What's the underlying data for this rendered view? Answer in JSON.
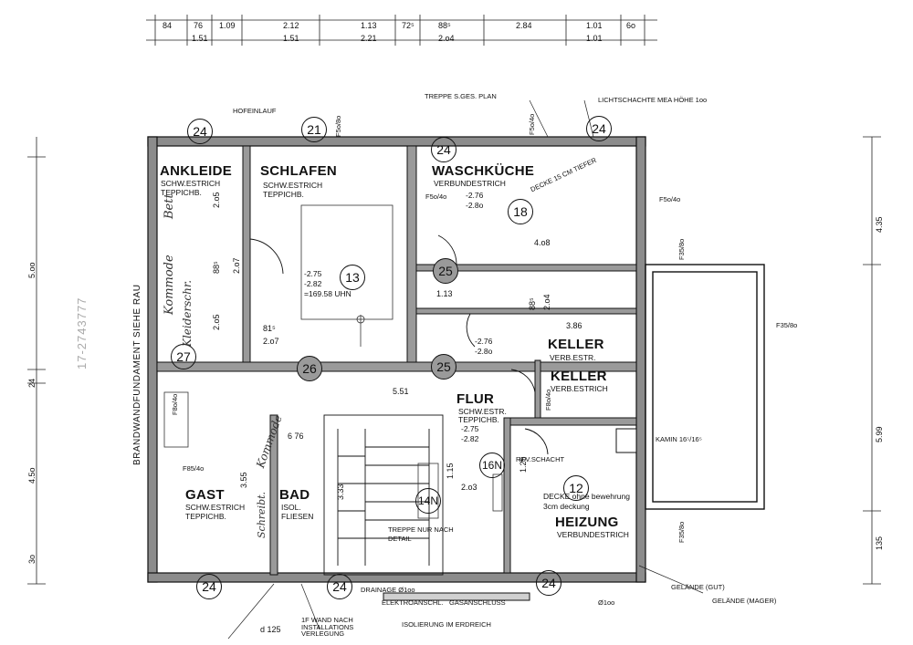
{
  "top_dims_row1": [
    "84",
    "76",
    "1.09",
    "2.12",
    "1.13",
    "72⁵",
    "88⁵",
    "2.84",
    "1.01",
    "6o"
  ],
  "top_dims_row2": [
    "1.51",
    "1.51",
    "2.21",
    "2.o4",
    "1.01"
  ],
  "left_dims": [
    "5.oo",
    "24",
    "4.5o",
    "3o"
  ],
  "right_dims": [
    "4.35",
    "5.99",
    "135"
  ],
  "header_notes": {
    "hofeinlauf": "HOFEINLAUF",
    "treppe": "TREPPE S.GES. PLAN",
    "lichtschachte": "LICHTSCHACHTE MEA HÖHE 1oo"
  },
  "rooms": {
    "ankleide": {
      "name": "ANKLEIDE",
      "floor": "SCHW.ESTRICH",
      "cover": "TEPPICHB.",
      "number": "27"
    },
    "schlafen": {
      "name": "SCHLAFEN",
      "floor": "SCHW.ESTRICH",
      "cover": "TEPPICHB.",
      "number": "13",
      "level1": "-2.75",
      "level2": "-2.82",
      "area": "=169.58 UHN"
    },
    "waschkueche": {
      "name": "WASCHKÜCHE",
      "floor": "VERBUNDESTRICH",
      "number": "18",
      "level1": "-2.76",
      "level2": "-2.8o",
      "note": "DECKE 15 CM TIEFER"
    },
    "keller1": {
      "name": "KELLER",
      "floor": "VERB.ESTR.",
      "level1": "-2.76",
      "level2": "-2.8o"
    },
    "keller2": {
      "name": "KELLER",
      "floor": "VERB.ESTRICH"
    },
    "flur": {
      "name": "FLUR",
      "floor": "SCHW.ESTR.",
      "cover": "TEPPICHB.",
      "number": "16N",
      "level1": "-2.75",
      "level2": "-2.82"
    },
    "gast": {
      "name": "GAST",
      "floor": "SCHW.ESTRICH",
      "cover": "TEPPICHB."
    },
    "bad": {
      "name": "BAD",
      "floor": "ISOL.",
      "cover": "FLIESEN"
    },
    "heizung": {
      "name": "HEIZUNG",
      "floor": "VERBUNDESTRICH",
      "number": "12",
      "note1": "DECKE ohne bewehrung",
      "note2": "3cm deckung"
    },
    "treppe": {
      "number": "14N",
      "note1": "TREPPE NUR NACH",
      "note2": "DETAIL"
    }
  },
  "markers": {
    "c24_tl": "24",
    "c21": "21",
    "c24_top": "24",
    "c24_tr": "24",
    "c25_a": "25",
    "c26": "26",
    "c25_b": "25",
    "c24_bl": "24",
    "c24_bm": "24",
    "c24_br": "24"
  },
  "inner_dims": {
    "d_2o5a": "2.o5",
    "d_88a": "88⁵",
    "d_2o7a": "2.o7",
    "d_2o5b": "2.o5",
    "d_81": "81⁵",
    "d_2o7b": "2.o7",
    "d_88b": "88⁵",
    "d_2o4": "2.o4",
    "d_386": "3.86",
    "d_4o8": "4.o8",
    "d_113": "1.13",
    "d_551": "5.51",
    "d_676": "6  76",
    "d_333": "3.33",
    "d_355": "3.55",
    "d_115": "1.15",
    "d_2o3": "2.o3",
    "d_125": "1.25",
    "d_d125": "d 125"
  },
  "fenster": {
    "f1": "F5o/8o",
    "f2": "F5o/4o",
    "f3": "F5o/4o",
    "f4": "F5o/4o",
    "f5": "F35/8o",
    "f6": "F35/8o",
    "f7": "F35/8o",
    "f8": "F8o/4o",
    "f9": "F85/4o",
    "f10": "F8o/4o"
  },
  "side_notes": {
    "brandwand": "BRANDWANDFUNDAMENT SIEHE RAU",
    "code": "17-2743777",
    "kamin": "KAMIN  16⁵/16⁵",
    "revschacht": "REV.SCHACHT"
  },
  "bottom_notes": {
    "drainage": "DRAINAGE Ø1oo",
    "elektro": "ELEKTROANSCHL.",
    "gas": "GASANSCHLUSS",
    "isolierung": "ISOLIERUNG IM ERDREICH",
    "phi100": "Ø1oo",
    "wand": "1F WAND NACH INSTALLATIONS VERLEGUNG",
    "gelaende1": "GELÄNDE (GUT)",
    "gelaende2": "GELÄNDE (MAGER)"
  },
  "handwriting": {
    "kommode": "Kommode",
    "kleiderschr": "Kleiderschr.",
    "bett": "Bett",
    "kommode2": "Kommode",
    "schreibt": "Schreibt."
  }
}
